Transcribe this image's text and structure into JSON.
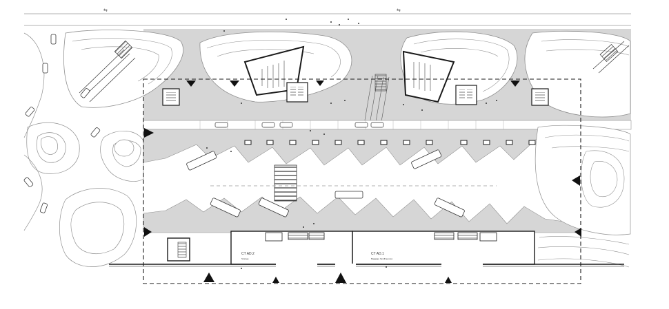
{
  "plan": {
    "hall_2": {
      "code": "CT AD.2",
      "subtitle": "Storage"
    },
    "hall_1": {
      "code": "CT AD.1",
      "subtitle": "Baggage handling area"
    }
  },
  "colors": {
    "paving": "#d6d6d6",
    "line": "#1a1a1a",
    "contour": "#8f8f8f",
    "background": "#ffffff"
  }
}
